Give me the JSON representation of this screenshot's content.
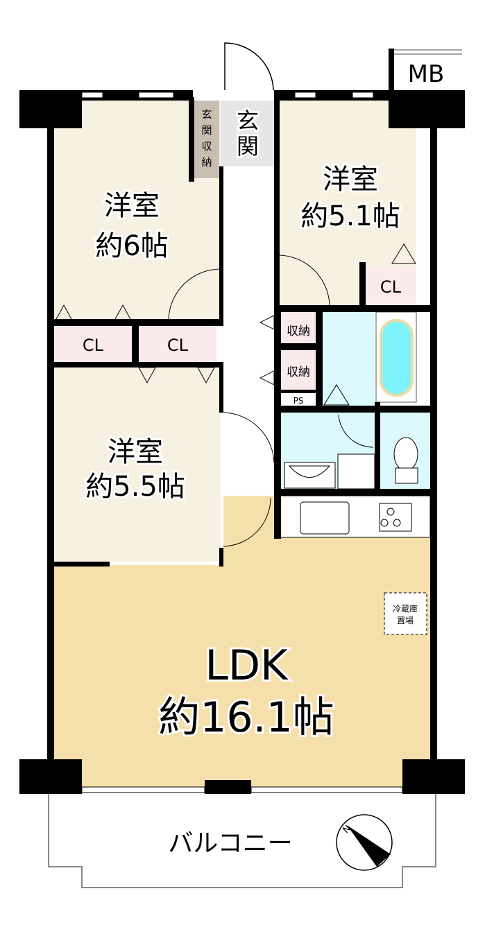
{
  "rooms": {
    "western_6": {
      "name": "洋室",
      "size": "約6帖"
    },
    "western_51": {
      "name": "洋室",
      "size": "約5.1帖"
    },
    "western_55": {
      "name": "洋室",
      "size": "約5.5帖"
    },
    "ldk": {
      "name": "LDK",
      "size": "約16.1帖"
    },
    "entrance": {
      "name1": "玄",
      "name2": "関"
    },
    "entrance_storage": {
      "chars": [
        "玄",
        "関",
        "収",
        "納"
      ]
    },
    "closet_left": "CL",
    "closet_mid": "CL",
    "closet_right": "CL",
    "storage_upper": "収納",
    "storage_lower": "収納",
    "ps": "PS",
    "mb": "MB",
    "fridge": {
      "line1": "冷蔵庫",
      "line2": "置場"
    },
    "balcony": "バルコニー"
  },
  "compass": {
    "label": "N"
  },
  "colors": {
    "western": "#f7f1e2",
    "ldk": "#f5dfab",
    "closet": "#fbeaec",
    "wet": "#dcfafd",
    "tub": "#7ff3fb",
    "entrance_storage": "#c8beb1",
    "entrance": "#e6e6e6"
  }
}
